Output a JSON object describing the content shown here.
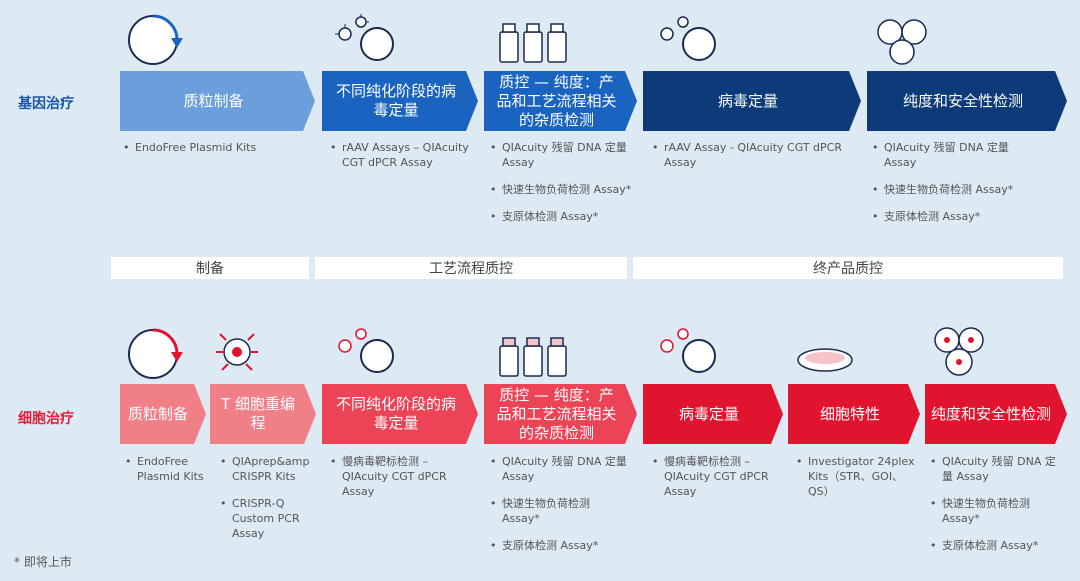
{
  "rows": {
    "gene": "基因治疗",
    "cell": "细胞治疗"
  },
  "stages": [
    "制备",
    "工艺流程质控",
    "终产品质控"
  ],
  "gene": [
    {
      "label": "质粒制备",
      "items": [
        "EndoFree Plasmid Kits"
      ]
    },
    {
      "label": "不同纯化阶段的病毒定量",
      "items": [
        "rAAV Assays – QIAcuity CGT dPCR Assay"
      ]
    },
    {
      "label": "质控 — 纯度：产品和工艺流程相关的杂质检测",
      "items": [
        "QIAcuity 残留 DNA 定量 Assay",
        "快速生物负荷检测 Assay*",
        "支原体检测 Assay*"
      ]
    },
    {
      "label": "病毒定量",
      "items": [
        "rAAV Assay  - QIAcuity CGT dPCR Assay"
      ]
    },
    {
      "label": "纯度和安全性检测",
      "items": [
        "QIAcuity 残留 DNA 定量 Assay",
        "快速生物负荷检测 Assay*",
        "支原体检测 Assay*"
      ]
    }
  ],
  "cell": [
    {
      "label": "质粒制备",
      "items": [
        "EndoFree Plasmid Kits"
      ]
    },
    {
      "label": "T 细胞重编程",
      "items": [
        "QIAprep&amp CRISPR Kits",
        "CRISPR-Q Custom PCR Assay"
      ]
    },
    {
      "label": "不同纯化阶段的病毒定量",
      "items": [
        "慢病毒靶标检测 – QIAcuity CGT dPCR Assay"
      ]
    },
    {
      "label": "质控 — 纯度：产品和工艺流程相关的杂质检测",
      "items": [
        "QIAcuity 残留 DNA 定量 Assay",
        "快速生物负荷检测 Assay*",
        "支原体检测 Assay*"
      ]
    },
    {
      "label": "病毒定量",
      "items": [
        "慢病毒靶标检测 – QIAcuity CGT dPCR Assay"
      ]
    },
    {
      "label": "细胞特性",
      "items": [
        "Investigator 24plex Kits（STR、GOI、QS）"
      ]
    },
    {
      "label": "纯度和安全性检测",
      "items": [
        "QIAcuity 残留 DNA 定量 Assay",
        "快速生物负荷检测 Assay*",
        "支原体检测 Assay*"
      ]
    }
  ],
  "footnote": "* 即将上市",
  "colors": {
    "blue_light": "#6a9fdc",
    "blue_mid": "#1a64c0",
    "blue_dark": "#0d3a78",
    "red_light": "#f07f87",
    "red_mid": "#ec4456",
    "red_dark": "#e0142f"
  }
}
